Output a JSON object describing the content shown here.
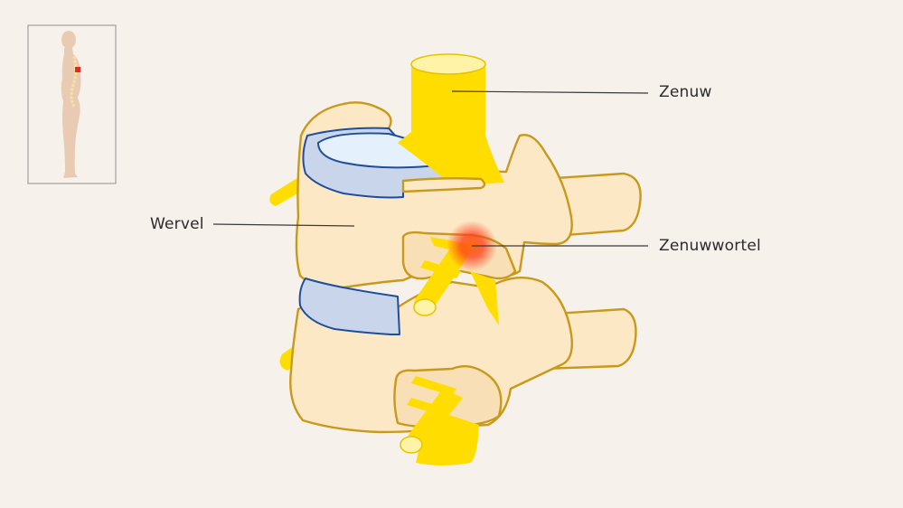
{
  "labels": {
    "nerve": "Zenuw",
    "vertebra": "Wervel",
    "nerve_root": "Zenuwwortel"
  },
  "colors": {
    "background": "#f7f1ec",
    "bone_fill": "#fde8c6",
    "bone_outline": "#c79a1c",
    "nerve": "#ffdd00",
    "disc_fill": "#c9d5ea",
    "disc_outline": "#1f4e99",
    "pain_highlight": "#ff3b1a"
  },
  "icons": {
    "body_thumbnail": "human-body-side-view-icon",
    "pain_marker": "pain-marker-icon"
  }
}
